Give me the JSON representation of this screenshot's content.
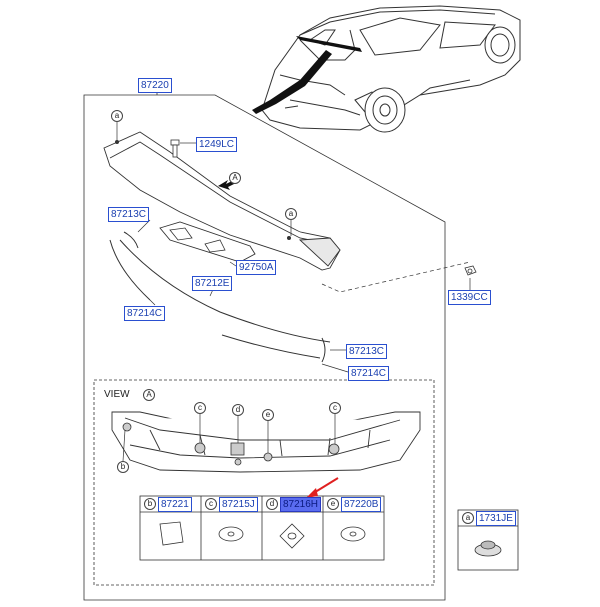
{
  "parts": {
    "assembly": "87220",
    "screw": "1249LC",
    "lamp": "92750A",
    "tape_upper_left": "87213C",
    "tape_center": "87212E",
    "tape_lower_left": "87214C",
    "tape_upper_right": "87213C",
    "tape_lower_right": "87214C",
    "clip": "1339CC"
  },
  "view": {
    "word": "VIEW",
    "letter": "A"
  },
  "arrow_letter": "A",
  "callouts": {
    "a": "a",
    "b": "b",
    "c": "c",
    "d": "d",
    "e": "e"
  },
  "table": {
    "cells": [
      {
        "letter": "b",
        "part": "87221"
      },
      {
        "letter": "c",
        "part": "87215J"
      },
      {
        "letter": "d",
        "part": "87216H",
        "highlighted": true
      },
      {
        "letter": "e",
        "part": "87220B"
      }
    ],
    "extra": {
      "letter": "a",
      "part": "1731JE"
    }
  },
  "colors": {
    "label": "#1a3fb0",
    "highlight": "#5a6cf0",
    "pointer": "#e02020"
  }
}
